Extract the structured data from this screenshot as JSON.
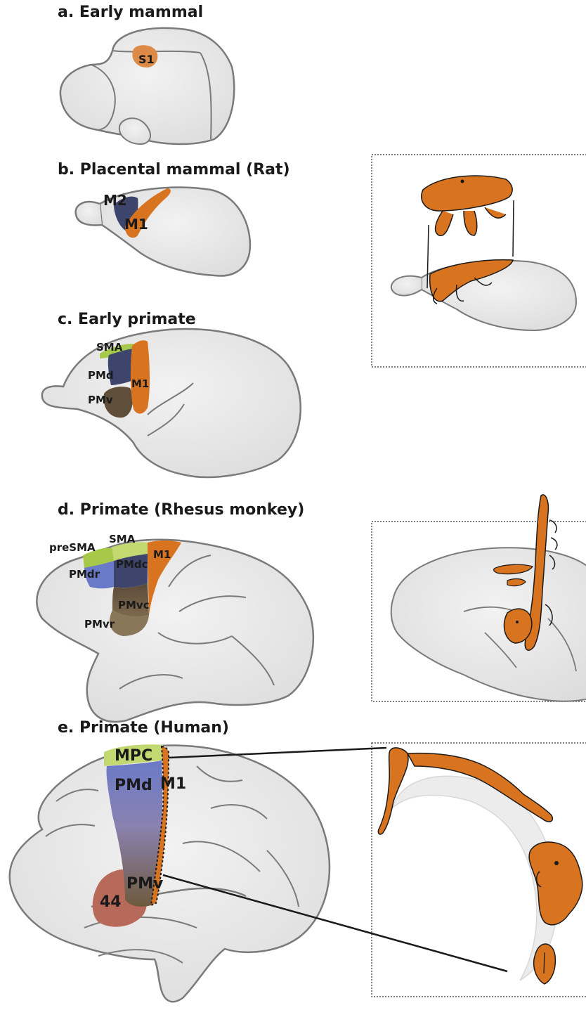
{
  "panels": {
    "a": {
      "title": "a. Early mammal",
      "labels": {
        "s1": "S1"
      }
    },
    "b": {
      "title": "b. Placental mammal (Rat)",
      "labels": {
        "m2": "M2",
        "m1": "M1"
      }
    },
    "c": {
      "title": "c. Early primate",
      "labels": {
        "sma": "SMA",
        "pmd": "PMd",
        "m1": "M1",
        "pmv": "PMv"
      }
    },
    "d": {
      "title": "d. Primate (Rhesus monkey)",
      "labels": {
        "presma": "preSMA",
        "sma": "SMA",
        "m1": "M1",
        "pmdc": "PMdc",
        "pmdr": "PMdr",
        "pmvc": "PMvc",
        "pmvr": "PMvr"
      }
    },
    "e": {
      "title": "e. Primate (Human)",
      "labels": {
        "mpc": "MPC",
        "pmd": "PMd",
        "m1": "M1",
        "pmv": "PMv",
        "area44": "44"
      }
    }
  },
  "colors": {
    "brain_fill": "#e4e4e4",
    "brain_stroke": "#7a7a7a",
    "m1_orange": "#d8731f",
    "s1_orange": "#dd8a47",
    "m2_navy": "#3e456d",
    "sma_green": "#a6c94a",
    "pmd_blue": "#6a7ac8",
    "pmv_brown": "#5e4e3a",
    "area44_red": "#b86a5a"
  }
}
